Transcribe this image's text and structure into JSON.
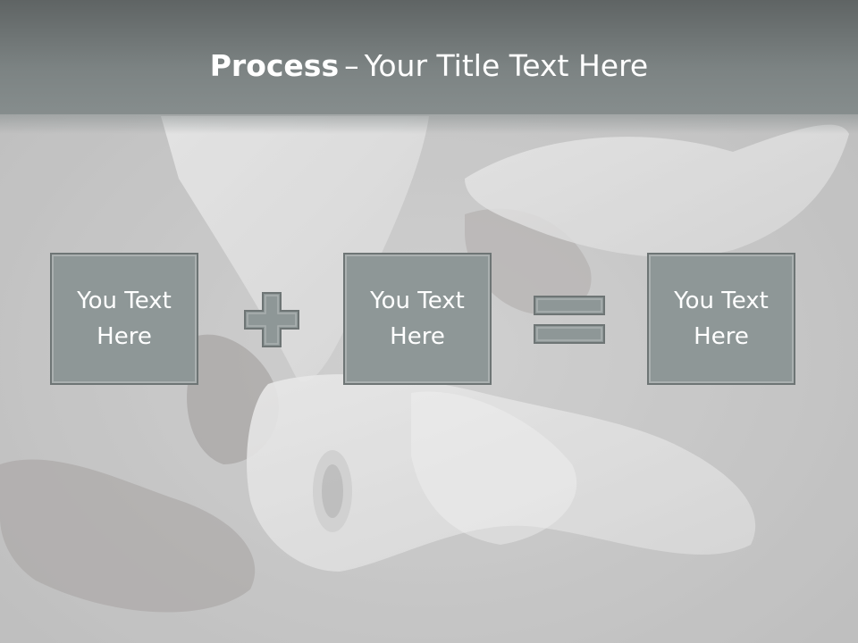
{
  "slide": {
    "title_bold": "Process",
    "title_dash": "–",
    "title_rest": "Your Title Text Here",
    "boxes": [
      {
        "line1": "You Text",
        "line2": "Here"
      },
      {
        "line1": "You Text",
        "line2": "Here"
      },
      {
        "line1": "You Text",
        "line2": "Here"
      }
    ],
    "operators": [
      "plus-icon",
      "equals-icon"
    ]
  },
  "colors": {
    "title_bar": "#7c8383",
    "box_fill": "#8e9797",
    "box_border": "#6e7575",
    "text": "#ffffff",
    "background": "#c7c7c7"
  }
}
